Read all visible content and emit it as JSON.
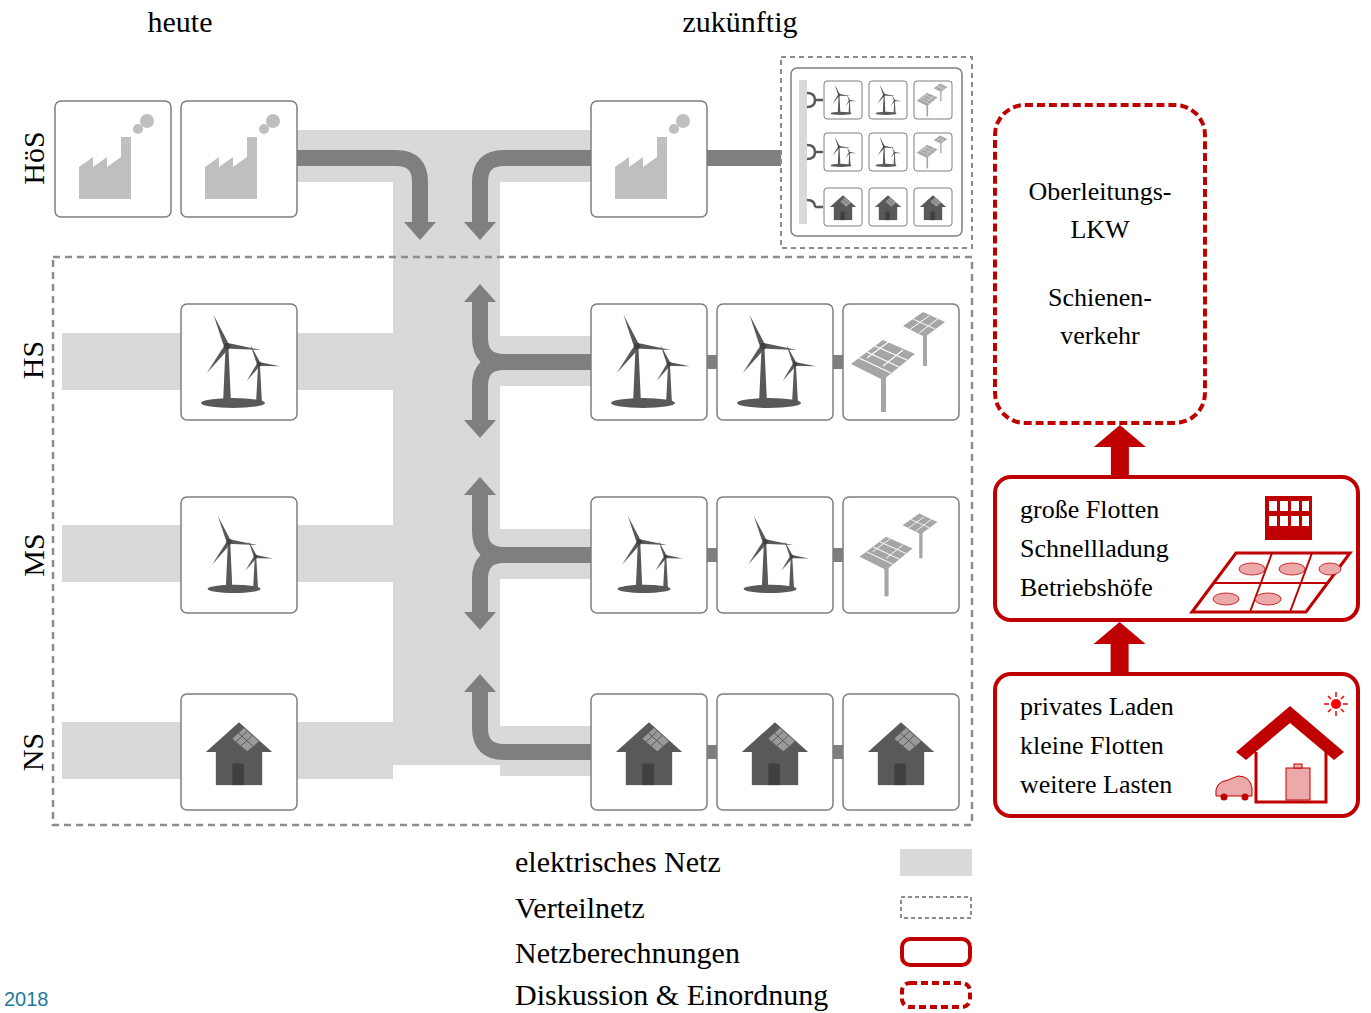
{
  "diagram": {
    "nodes": [
      {
        "text": [
          "Oberleitungs- LKW",
          "Schienen- verkehr"
        ]
      },
      {
        "text": [
          "große Flotten",
          "Schnellladung",
          "Betriebshöfe"
        ]
      },
      {
        "text": [
          "privates Laden",
          "kleine Flotten",
          "weitere Lasten"
        ]
      }
    ],
    "edges": [
      {
        "from": 2,
        "to": 1,
        "arrow": "to"
      },
      {
        "from": 1,
        "to": 0,
        "arrow": "to"
      }
    ],
    "labels": [
      "heute",
      "zukünftig",
      "HöS",
      "HS",
      "MS",
      "NS",
      "2018"
    ],
    "legend": [
      {
        "text": "elektrisches Netz",
        "color": "#d9d9d9"
      },
      {
        "text": "Verteilnetz"
      },
      {
        "text": "Netzberechnungen"
      },
      {
        "text": "Diskussion & Einordnung"
      }
    ]
  }
}
